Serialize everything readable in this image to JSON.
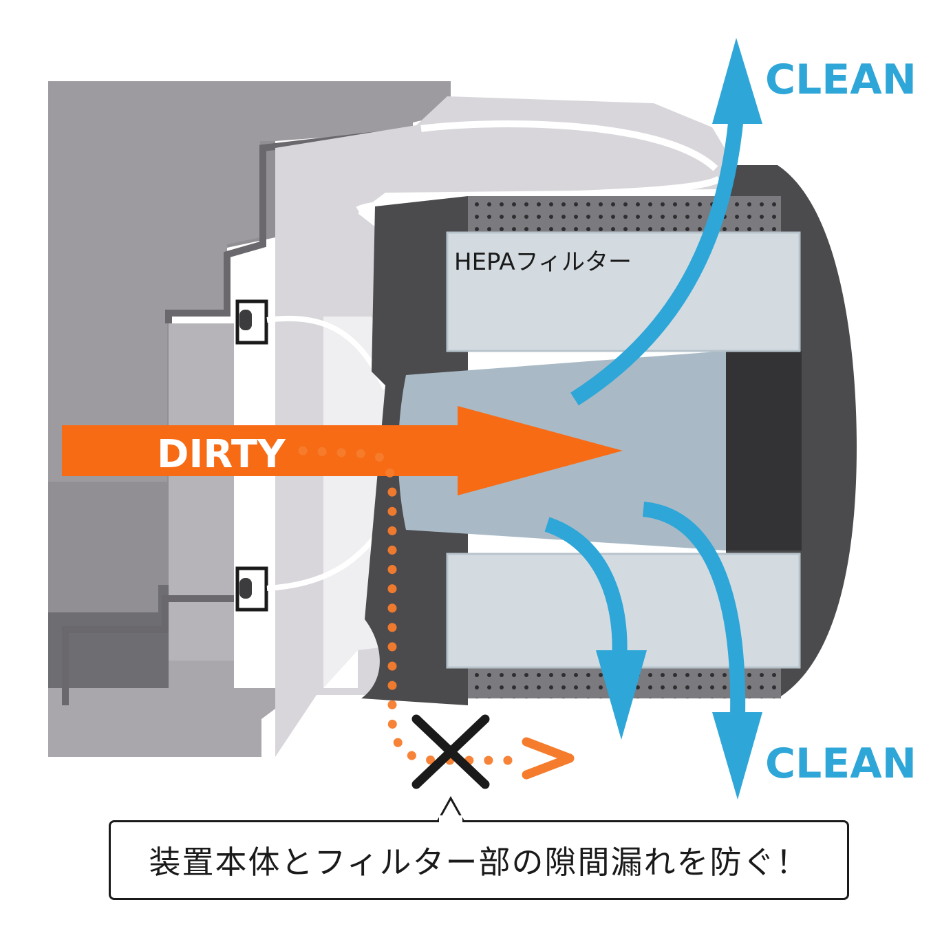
{
  "labels": {
    "clean_top": "CLEAN",
    "clean_bottom": "CLEAN",
    "dirty": "DIRTY",
    "hepa_filter": "HEPAフィルター"
  },
  "callout": {
    "text": "装置本体とフィルター部の隙間漏れを防ぐ！"
  },
  "colors": {
    "clean_arrow": "#2ea6d8",
    "dirty_arrow": "#f76b15",
    "leak_path": "#f57c2c",
    "blocked_mark": "#1a1a1a",
    "filter_media": "#d3dbe1",
    "filter_core": "#a9bac6",
    "housing_dark": "#4b4a4d",
    "body_gray": "#a3a1a5"
  },
  "icons": {
    "blocked": "x-mark-icon",
    "leak_arrowhead": "chevron-right-icon"
  }
}
